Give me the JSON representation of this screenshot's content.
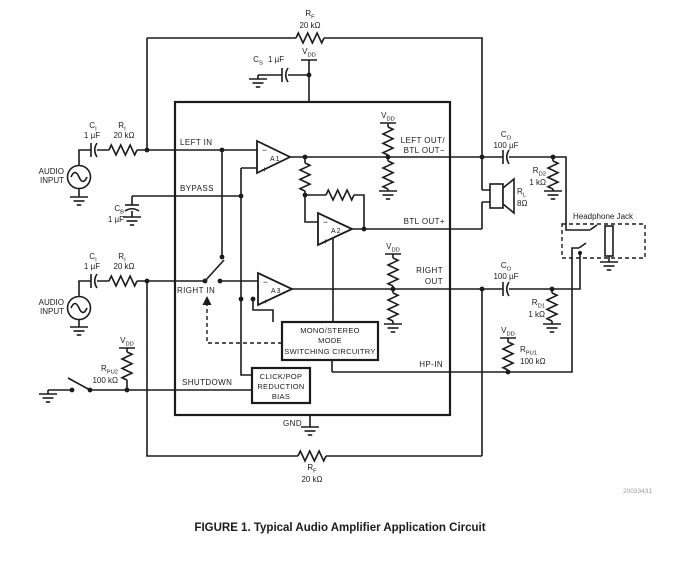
{
  "caption": "FIGURE 1. Typical Audio Amplifier Application Circuit",
  "doc_number": "20033431",
  "vdd": {
    "base": "V",
    "sub": "DD"
  },
  "gnd_label": "GND",
  "jack": {
    "label": "Headphone Jack"
  },
  "pins": {
    "left_in": "LEFT IN",
    "bypass": "BYPASS",
    "right_in": "RIGHT IN",
    "shutdown": "SHUTDOWN",
    "left_out_line1": "LEFT OUT/",
    "left_out_line2": "BTL OUT−",
    "btl_out_plus": "BTL OUT+",
    "right_out_line1": "RIGHT",
    "right_out_line2": "OUT",
    "hp_in": "HP-IN"
  },
  "amps": {
    "a1": "A1",
    "a2": "A2",
    "a3": "A3",
    "inverting": "−",
    "non_inverting": "+"
  },
  "blocks": {
    "mono_stereo": {
      "line1": "MONO/STEREO",
      "line2": "MODE",
      "line3": "SWITCHING CIRCUITRY"
    },
    "click_pop": {
      "line1": "CLICK/POP",
      "line2": "REDUCTION",
      "line3": "BIAS"
    }
  },
  "sources": {
    "left": {
      "line1": "AUDIO",
      "line2": "INPUT"
    },
    "right": {
      "line1": "AUDIO",
      "line2": "INPUT"
    }
  },
  "components": {
    "rf_top": {
      "ref": {
        "base": "R",
        "sub": "F"
      },
      "value": "20 kΩ"
    },
    "rf_bottom": {
      "ref": {
        "base": "R",
        "sub": "F"
      },
      "value": "20 kΩ"
    },
    "cs": {
      "ref": {
        "base": "C",
        "sub": "S"
      },
      "value": "1 µF"
    },
    "ci_left": {
      "ref": {
        "base": "C",
        "sub": "I"
      },
      "value": "1 µF"
    },
    "ri_left": {
      "ref": {
        "base": "R",
        "sub": "I"
      },
      "value": "20 kΩ"
    },
    "cb": {
      "ref": {
        "base": "C",
        "sub": "B"
      },
      "value": "1 µF"
    },
    "ci_right": {
      "ref": {
        "base": "C",
        "sub": "I"
      },
      "value": "1 µF"
    },
    "ri_right": {
      "ref": {
        "base": "R",
        "sub": "I"
      },
      "value": "20 kΩ"
    },
    "co_left": {
      "ref": {
        "base": "C",
        "sub": "O"
      },
      "value": "100 µF"
    },
    "co_right": {
      "ref": {
        "base": "C",
        "sub": "O"
      },
      "value": "100 µF"
    },
    "rd2": {
      "ref": {
        "base": "R",
        "sub": "D2"
      },
      "value": "1 kΩ"
    },
    "rd1": {
      "ref": {
        "base": "R",
        "sub": "D1"
      },
      "value": "1 kΩ"
    },
    "rl": {
      "ref": {
        "base": "R",
        "sub": "L"
      },
      "value": "8Ω"
    },
    "rpu1": {
      "ref": {
        "base": "R",
        "sub": "PU1"
      },
      "value": "100 kΩ"
    },
    "rpu2": {
      "ref": {
        "base": "R",
        "sub": "PU2"
      },
      "value": "100 kΩ"
    }
  }
}
